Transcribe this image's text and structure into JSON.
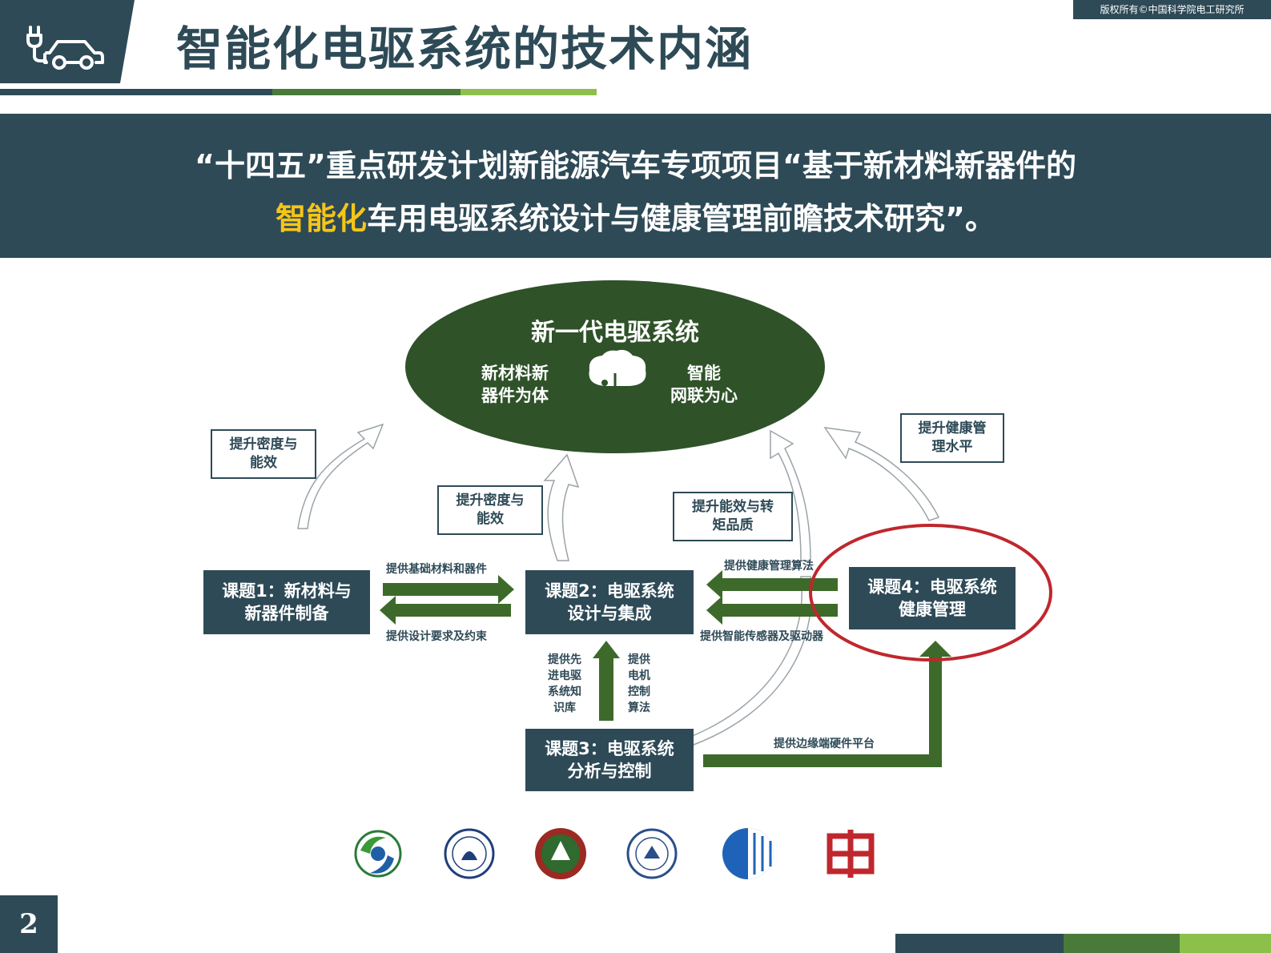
{
  "header": {
    "title": "智能化电驱系统的技术内涵",
    "copyright": "版权所有©中国科学院电工研究所"
  },
  "banner": {
    "line1": "“十四五”重点研发计划新能源汽车专项项目“基于新材料新器件的",
    "line2_highlight": "智能化",
    "line2_rest": "车用电驱系统设计与健康管理前瞻技术研究”。"
  },
  "diagram": {
    "center": {
      "title": "新一代电驱系统",
      "left_l1": "新材料新",
      "left_l2": "器件为体",
      "right_l1": "智能",
      "right_l2": "网联为心"
    },
    "topics": [
      {
        "l1": "课题1：新材料与",
        "l2": "新器件制备"
      },
      {
        "l1": "课题2：电驱系统",
        "l2": "设计与集成"
      },
      {
        "l1": "课题3：电驱系统",
        "l2": "分析与控制"
      },
      {
        "l1": "课题4：电驱系统",
        "l2": "健康管理"
      }
    ],
    "notes": [
      {
        "l1": "提升密度与",
        "l2": "能效"
      },
      {
        "l1": "提升密度与",
        "l2": "能效"
      },
      {
        "l1": "提升能效与转",
        "l2": "矩品质"
      },
      {
        "l1": "提升健康管",
        "l2": "理水平"
      }
    ],
    "edges": {
      "t1_to_t2": "提供基础材料和器件",
      "t2_to_t1": "提供设计要求及约束",
      "t4_to_t2": "提供健康管理算法",
      "t2_to_t4": "提供智能传感器及驱动器",
      "t3_knowledge": [
        "提供先",
        "进电驱",
        "系统知",
        "识库"
      ],
      "t3_algo": [
        "提供",
        "电机",
        "控制",
        "算法"
      ],
      "t3_to_t4": "提供边缘端硬件平台"
    }
  },
  "colors": {
    "navy": "#2e4a57",
    "dark_green": "#2f5229",
    "arrow_green": "#3d6a2a",
    "highlight": "#f5c518",
    "circle_red": "#c0272d"
  },
  "page_number": "2"
}
